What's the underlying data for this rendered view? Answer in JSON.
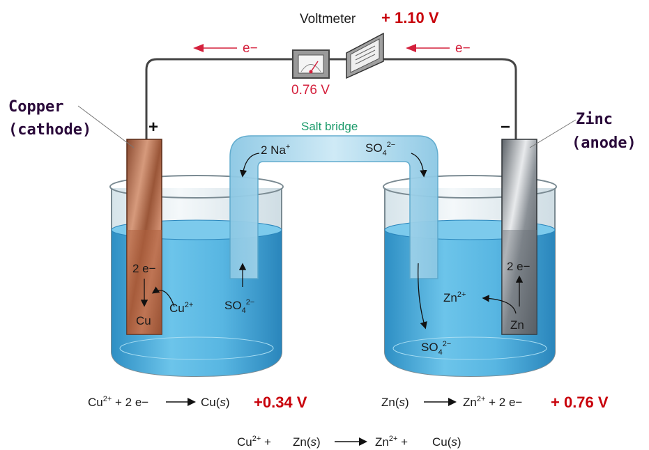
{
  "voltmeter": {
    "label": "Voltmeter",
    "reading": "+ 1.10 V",
    "needle_label": "0.76 V"
  },
  "electron_flow": {
    "left": "e−",
    "right": "e−"
  },
  "terminals": {
    "positive": "+",
    "negative": "−"
  },
  "cathode": {
    "name_line1": "Copper",
    "name_line2": "(cathode)",
    "electrons": "2 e−",
    "metal": "Cu",
    "ion": "Cu",
    "ion_charge": "2+"
  },
  "anode": {
    "name_line1": "Zinc",
    "name_line2": "(anode)",
    "electrons": "2 e−",
    "metal": "Zn",
    "ion": "Zn",
    "ion_charge": "2+"
  },
  "salt_bridge": {
    "title": "Salt bridge",
    "cation": "2 Na",
    "cation_charge": "+",
    "anion_base": "SO",
    "anion_sub": "4",
    "anion_charge": "2−"
  },
  "equations": {
    "cathode": {
      "lhs_ion": "Cu",
      "lhs_charge": "2+",
      "lhs_rest": " + 2 e−",
      "rhs": "Cu(",
      "rhs_state": "s",
      "rhs_close": ")",
      "potential": "+0.34 V"
    },
    "anode": {
      "lhs": "Zn(",
      "lhs_state": "s",
      "lhs_close": ")",
      "rhs_ion": "Zn",
      "rhs_charge": "2+",
      "rhs_rest": " + 2 e−",
      "potential": "+ 0.76 V"
    },
    "overall": {
      "a_ion": "Cu",
      "a_charge": "2+",
      "plus1": " +",
      "b": "Zn(",
      "b_state": "s",
      "b_close": ")",
      "c_ion": "Zn",
      "c_charge": "2+",
      "plus2": " +",
      "d": "Cu(",
      "d_state": "s",
      "d_close": ")"
    }
  },
  "colors": {
    "wire": "#444444",
    "solution": "#4ab0de",
    "solution_dark": "#2e8fc4",
    "bridge": "#a8d8ee",
    "copper": "#b86a4a",
    "zinc": "#9aa0a6",
    "arrow_red": "#d4203c"
  }
}
